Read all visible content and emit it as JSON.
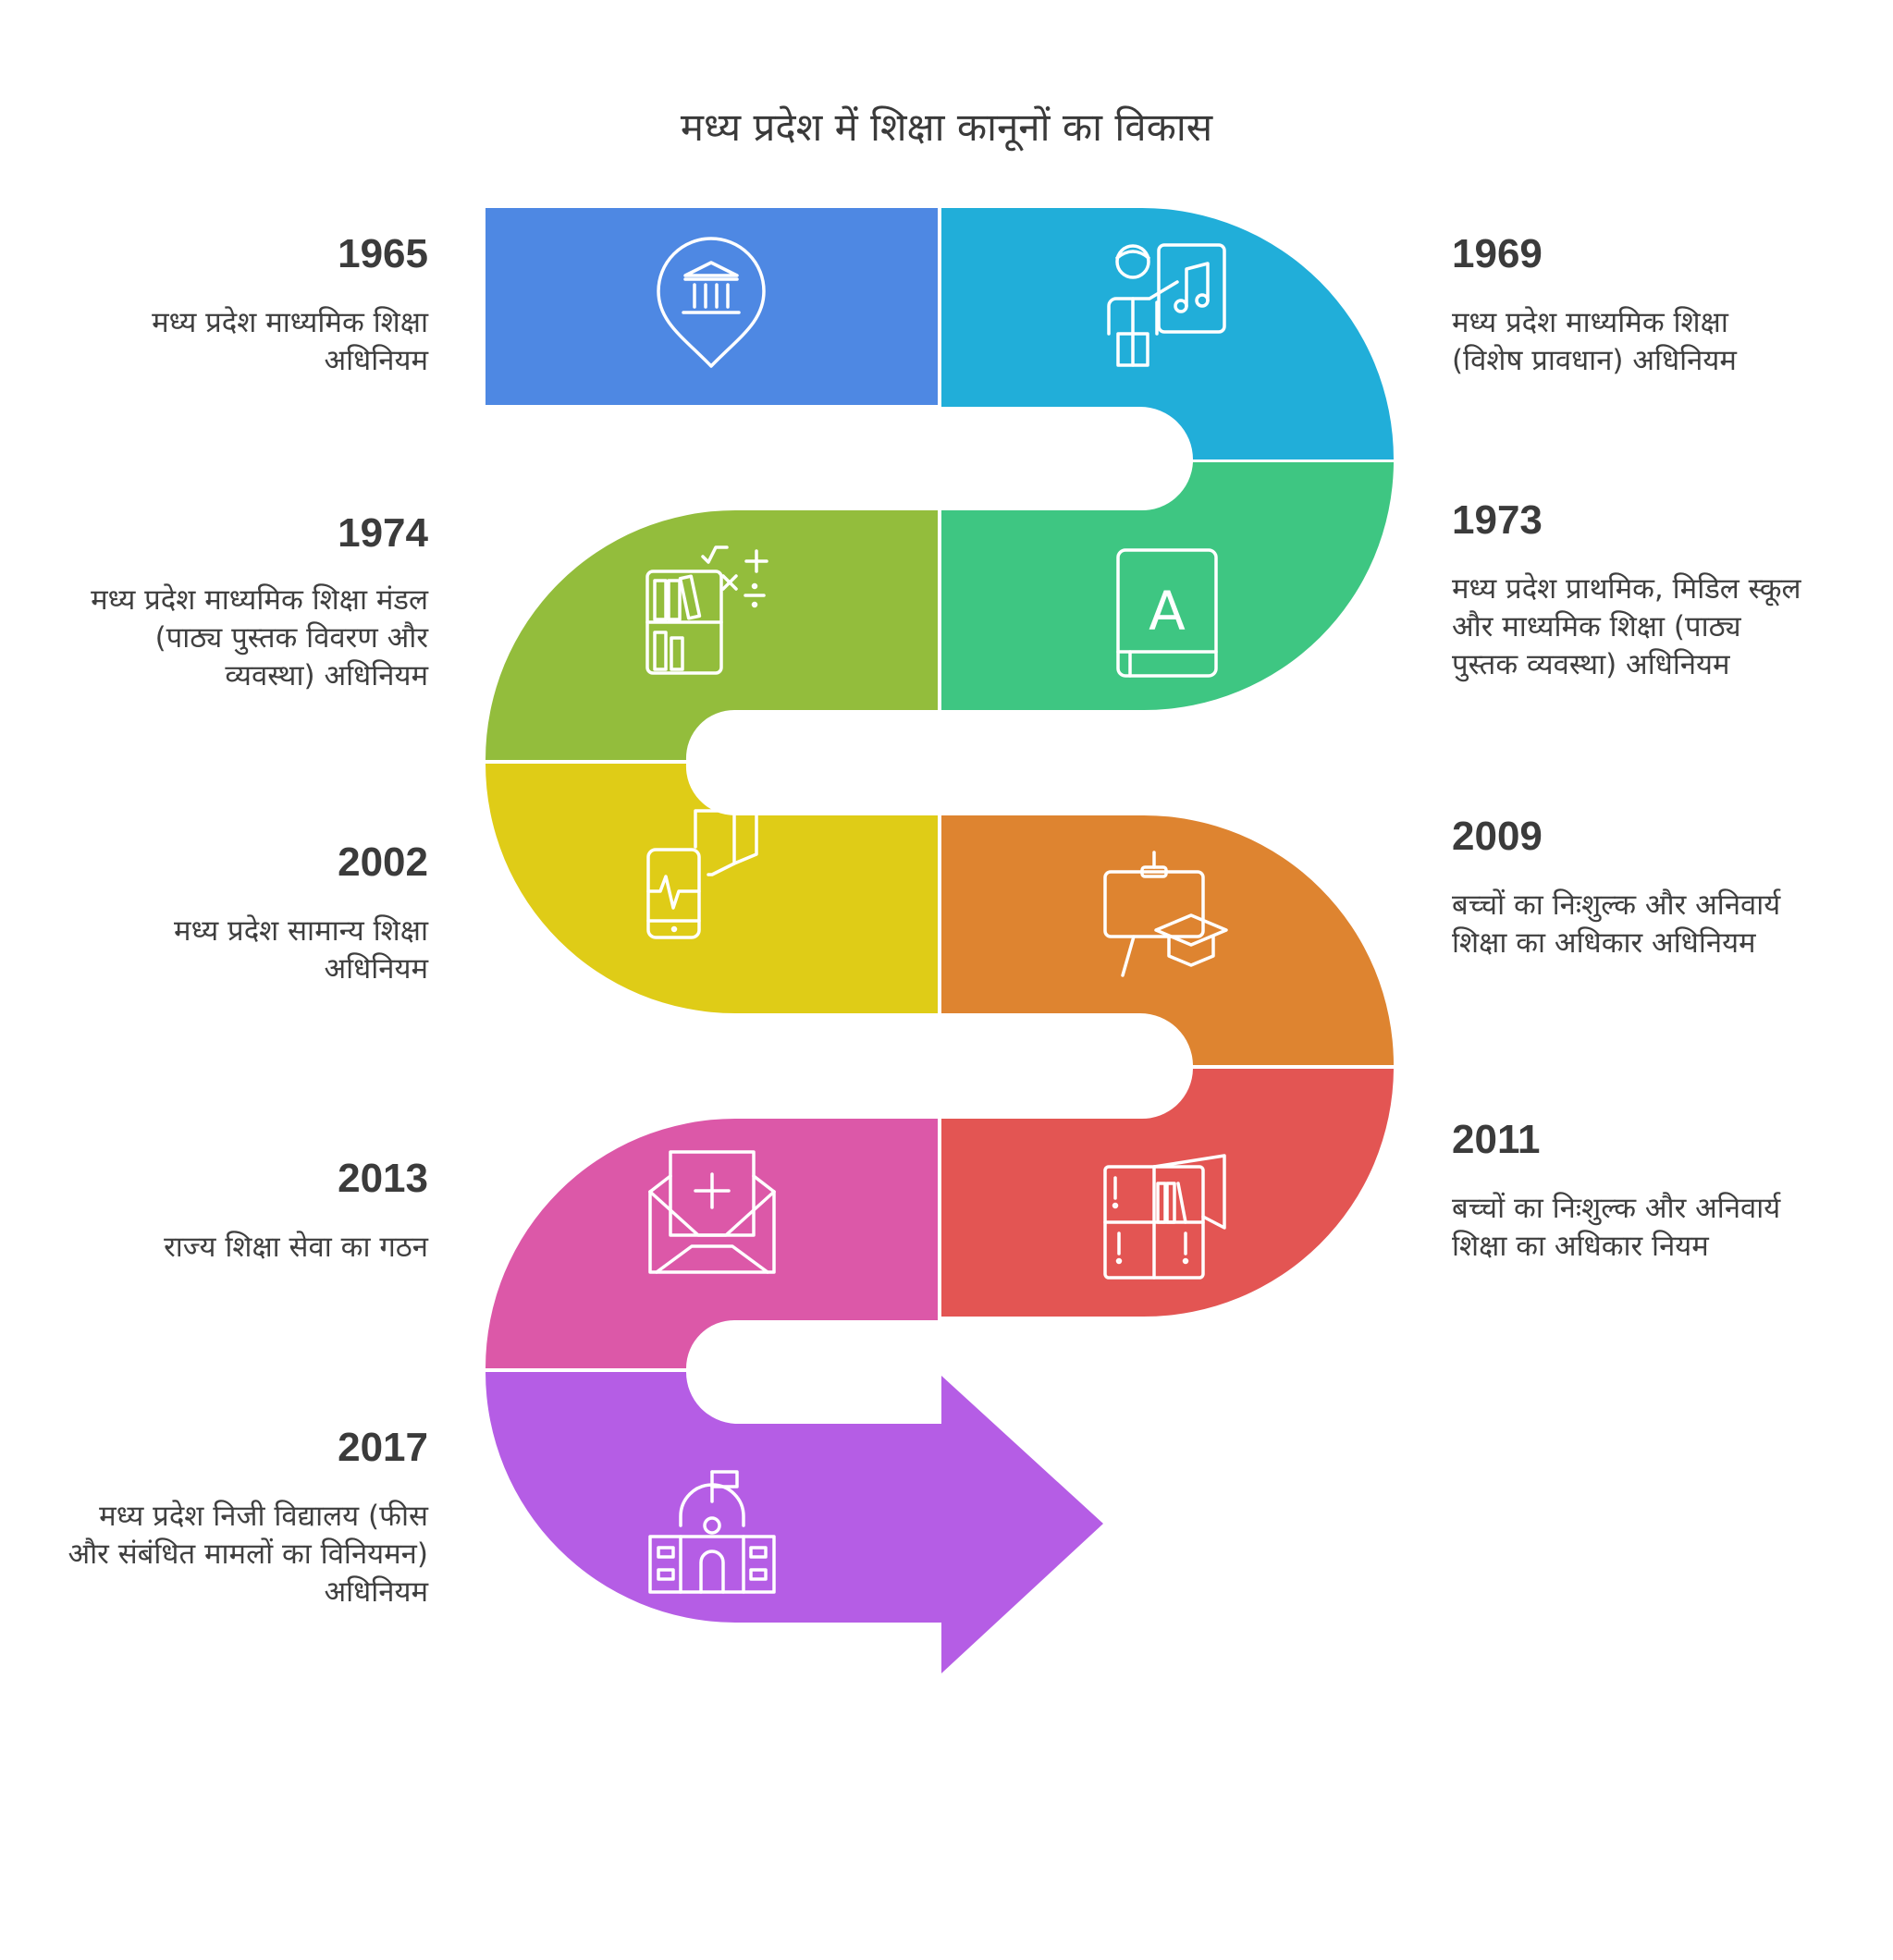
{
  "title": "मध्य प्रदेश में शिक्षा कानूनों का विकास",
  "colors": {
    "s1965": "#4e88e3",
    "s1969": "#21aed9",
    "s1973": "#3ec682",
    "s1974": "#93bd3c",
    "s2002": "#dfcc17",
    "s2009": "#de8430",
    "s2011": "#e35553",
    "s2013": "#dc58a8",
    "s2017": "#b55de5"
  },
  "milestones": [
    {
      "year": "1965",
      "description": "मध्य प्रदेश माध्यमिक शिक्षा अधिनियम",
      "icon": "bank-location-pin-icon"
    },
    {
      "year": "1969",
      "description": "मध्य प्रदेश माध्यमिक शिक्षा (विशेष प्रावधान) अधिनियम",
      "icon": "music-teacher-board-icon"
    },
    {
      "year": "1973",
      "description": "मध्य प्रदेश प्राथमिक, मिडिल स्कूल और माध्यमिक शिक्षा (पाठ्य पुस्तक व्यवस्था) अधिनियम",
      "icon": "alphabet-book-icon",
      "icon_letter": "A"
    },
    {
      "year": "1974",
      "description": "मध्य प्रदेश माध्यमिक शिक्षा मंडल (पाठ्य पुस्तक विवरण और व्यवस्था) अधिनियम",
      "icon": "bookshelf-math-icon"
    },
    {
      "year": "2002",
      "description": "मध्य प्रदेश सामान्य शिक्षा अधिनियम",
      "icon": "phone-open-book-icon"
    },
    {
      "year": "2009",
      "description": "बच्चों का निःशुल्क और अनिवार्य शिक्षा का अधिकार अधिनियम",
      "icon": "easel-graduation-cap-icon"
    },
    {
      "year": "2011",
      "description": "बच्चों का निःशुल्क और अनिवार्य शिक्षा का अधिकार नियम",
      "icon": "cabinet-books-icon"
    },
    {
      "year": "2013",
      "description": "राज्य शिक्षा सेवा का गठन",
      "icon": "envelope-plus-icon"
    },
    {
      "year": "2017",
      "description": "मध्य प्रदेश निजी विद्यालय (फीस और संबंधित मामलों का विनियमन) अधिनियम",
      "icon": "school-building-icon"
    }
  ]
}
